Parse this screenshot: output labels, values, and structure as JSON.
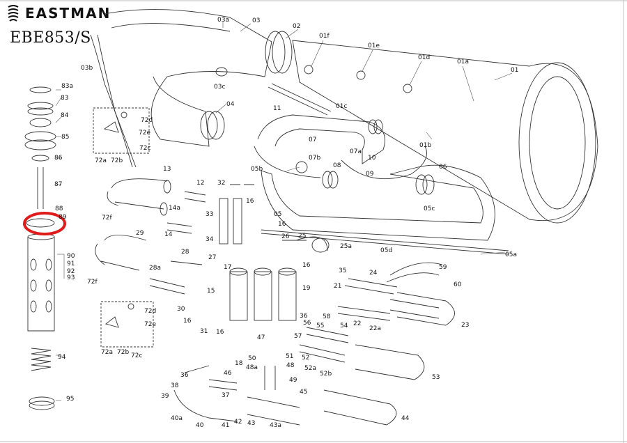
{
  "brand": {
    "name": "EASTMAN",
    "model": "EBE853/S"
  },
  "highlight": {
    "color": "#e01b1b",
    "target_label": "89"
  },
  "callouts": [
    {
      "id": "c-03a",
      "text": "03a"
    },
    {
      "id": "c-03",
      "text": "03"
    },
    {
      "id": "c-02",
      "text": "02"
    },
    {
      "id": "c-01f",
      "text": "01f"
    },
    {
      "id": "c-01e",
      "text": "01e"
    },
    {
      "id": "c-01d",
      "text": "01d"
    },
    {
      "id": "c-01a",
      "text": "01a"
    },
    {
      "id": "c-01",
      "text": "01"
    },
    {
      "id": "c-03b",
      "text": "03b"
    },
    {
      "id": "c-03c",
      "text": "03c"
    },
    {
      "id": "c-04",
      "text": "04"
    },
    {
      "id": "c-11",
      "text": "11"
    },
    {
      "id": "c-01c",
      "text": "01c"
    },
    {
      "id": "c-01b",
      "text": "01b"
    },
    {
      "id": "c-07",
      "text": "07"
    },
    {
      "id": "c-07a",
      "text": "07a"
    },
    {
      "id": "c-10",
      "text": "10"
    },
    {
      "id": "c-07b",
      "text": "07b"
    },
    {
      "id": "c-08",
      "text": "08"
    },
    {
      "id": "c-09",
      "text": "09"
    },
    {
      "id": "c-06",
      "text": "06"
    },
    {
      "id": "c-05b",
      "text": "05b"
    },
    {
      "id": "c-05",
      "text": "05"
    },
    {
      "id": "c-05c",
      "text": "05c"
    },
    {
      "id": "c-05d",
      "text": "05d"
    },
    {
      "id": "c-05a",
      "text": "05a"
    },
    {
      "id": "c-83a",
      "text": "83a"
    },
    {
      "id": "c-83",
      "text": "83"
    },
    {
      "id": "c-84",
      "text": "84"
    },
    {
      "id": "c-85",
      "text": "85"
    },
    {
      "id": "c-86",
      "text": "86"
    },
    {
      "id": "c-87",
      "text": "87"
    },
    {
      "id": "c-88",
      "text": "88"
    },
    {
      "id": "c-89",
      "text": "89"
    },
    {
      "id": "c-90",
      "text": "90"
    },
    {
      "id": "c-91",
      "text": "91"
    },
    {
      "id": "c-92",
      "text": "92"
    },
    {
      "id": "c-93",
      "text": "93"
    },
    {
      "id": "c-94",
      "text": "94"
    },
    {
      "id": "c-95",
      "text": "95"
    },
    {
      "id": "c-72d-1",
      "text": "72d"
    },
    {
      "id": "c-72e-1",
      "text": "72e"
    },
    {
      "id": "c-72c-1",
      "text": "72c"
    },
    {
      "id": "c-72a-1",
      "text": "72a"
    },
    {
      "id": "c-72b-1",
      "text": "72b"
    },
    {
      "id": "c-13",
      "text": "13"
    },
    {
      "id": "c-12",
      "text": "12"
    },
    {
      "id": "c-32",
      "text": "32"
    },
    {
      "id": "c-16a",
      "text": "16"
    },
    {
      "id": "c-14a",
      "text": "14a"
    },
    {
      "id": "c-72f-1",
      "text": "72f"
    },
    {
      "id": "c-33",
      "text": "33"
    },
    {
      "id": "c-16b",
      "text": "16"
    },
    {
      "id": "c-14",
      "text": "14"
    },
    {
      "id": "c-29",
      "text": "29"
    },
    {
      "id": "c-34",
      "text": "34"
    },
    {
      "id": "c-26",
      "text": "26"
    },
    {
      "id": "c-25",
      "text": "25"
    },
    {
      "id": "c-25a",
      "text": "25a"
    },
    {
      "id": "c-28",
      "text": "28"
    },
    {
      "id": "c-27",
      "text": "27"
    },
    {
      "id": "c-28a",
      "text": "28a"
    },
    {
      "id": "c-17",
      "text": "17"
    },
    {
      "id": "c-16c",
      "text": "16"
    },
    {
      "id": "c-35",
      "text": "35"
    },
    {
      "id": "c-24",
      "text": "24"
    },
    {
      "id": "c-59",
      "text": "59"
    },
    {
      "id": "c-72f-2",
      "text": "72f"
    },
    {
      "id": "c-15",
      "text": "15"
    },
    {
      "id": "c-19",
      "text": "19"
    },
    {
      "id": "c-21",
      "text": "21"
    },
    {
      "id": "c-60",
      "text": "60"
    },
    {
      "id": "c-30",
      "text": "30"
    },
    {
      "id": "c-58",
      "text": "58"
    },
    {
      "id": "c-72d-2",
      "text": "72d"
    },
    {
      "id": "c-36a",
      "text": "36"
    },
    {
      "id": "c-56",
      "text": "56"
    },
    {
      "id": "c-55",
      "text": "55"
    },
    {
      "id": "c-54",
      "text": "54"
    },
    {
      "id": "c-22",
      "text": "22"
    },
    {
      "id": "c-22a",
      "text": "22a"
    },
    {
      "id": "c-23",
      "text": "23"
    },
    {
      "id": "c-16d",
      "text": "16"
    },
    {
      "id": "c-72e-2",
      "text": "72e"
    },
    {
      "id": "c-31",
      "text": "31"
    },
    {
      "id": "c-16e",
      "text": "16"
    },
    {
      "id": "c-47",
      "text": "47"
    },
    {
      "id": "c-57",
      "text": "57"
    },
    {
      "id": "c-72a-2",
      "text": "72a"
    },
    {
      "id": "c-72b-2",
      "text": "72b"
    },
    {
      "id": "c-72c-2",
      "text": "72c"
    },
    {
      "id": "c-18",
      "text": "18"
    },
    {
      "id": "c-50",
      "text": "50"
    },
    {
      "id": "c-51",
      "text": "51"
    },
    {
      "id": "c-52",
      "text": "52"
    },
    {
      "id": "c-48a",
      "text": "48a"
    },
    {
      "id": "c-48",
      "text": "48"
    },
    {
      "id": "c-52a",
      "text": "52a"
    },
    {
      "id": "c-52b",
      "text": "52b"
    },
    {
      "id": "c-53",
      "text": "53"
    },
    {
      "id": "c-36b",
      "text": "36"
    },
    {
      "id": "c-46",
      "text": "46"
    },
    {
      "id": "c-49",
      "text": "49"
    },
    {
      "id": "c-38",
      "text": "38"
    },
    {
      "id": "c-37",
      "text": "37"
    },
    {
      "id": "c-45",
      "text": "45"
    },
    {
      "id": "c-39",
      "text": "39"
    },
    {
      "id": "c-40a",
      "text": "40a"
    },
    {
      "id": "c-40",
      "text": "40"
    },
    {
      "id": "c-41",
      "text": "41"
    },
    {
      "id": "c-42",
      "text": "42"
    },
    {
      "id": "c-43",
      "text": "43"
    },
    {
      "id": "c-43a",
      "text": "43a"
    },
    {
      "id": "c-44",
      "text": "44"
    }
  ]
}
